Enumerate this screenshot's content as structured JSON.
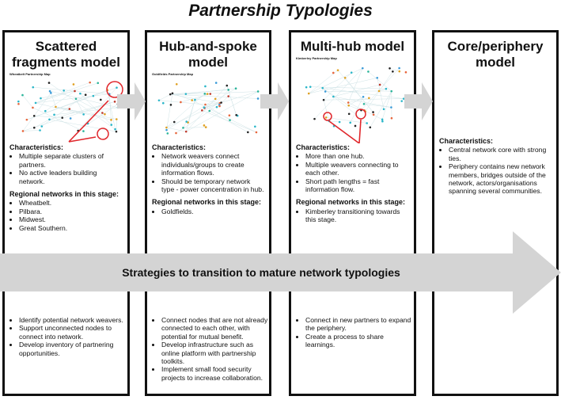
{
  "title": "Partnership Typologies",
  "strategy_banner": "Strategies to transition to mature network typologies",
  "colors": {
    "arrow": "#d4d4d4",
    "circle": "#e0262b",
    "border": "#111111"
  },
  "columns": [
    {
      "heading": "Scattered fragments model",
      "map_title": "Wheatbelt Partnership Map",
      "characteristics_label": "Characteristics:",
      "characteristics": [
        "Multiple separate clusters of partners.",
        "No active leaders building network."
      ],
      "regions_label": "Regional networks in this stage:",
      "regions": [
        "Wheatbelt.",
        "Pilbara.",
        "Midwest.",
        "Great Southern."
      ],
      "strategies": [
        "Identify potential network weavers.",
        "Support unconnected nodes to connect into network.",
        "Develop inventory of partnering opportunities."
      ]
    },
    {
      "heading": "Hub-and-spoke model",
      "map_title": "Goldfields Partnership Map",
      "characteristics_label": "Characteristics:",
      "characteristics": [
        "Network weavers connect individuals/groups to create information flows.",
        "Should be temporary network type - power concentration in hub."
      ],
      "regions_label": "Regional networks in this stage:",
      "regions": [
        "Goldfields."
      ],
      "strategies": [
        "Connect nodes that are not already connected to each other, with potential for mutual benefit.",
        "Develop infrastructure such as online platform with partnership toolkits.",
        "Implement small food security projects to increase collaboration."
      ]
    },
    {
      "heading": "Multi-hub model",
      "map_title": "Kimberley Partnership Map",
      "characteristics_label": "Characteristics:",
      "characteristics": [
        "More than one hub.",
        "Multiple weavers connecting to each other.",
        "Short path lengths = fast information flow."
      ],
      "regions_label": "Regional networks in this stage:",
      "regions": [
        "Kimberley transitioning towards this stage."
      ],
      "strategies": [
        "Connect in new partners to expand the periphery.",
        "Create a process to share learnings."
      ]
    },
    {
      "heading": "Core/periphery model",
      "characteristics_label": "Characteristics:",
      "characteristics": [
        "Central network core with strong ties.",
        "Periphery contains new network members, bridges outside of the network, actors/organisations spanning several communities."
      ]
    }
  ]
}
